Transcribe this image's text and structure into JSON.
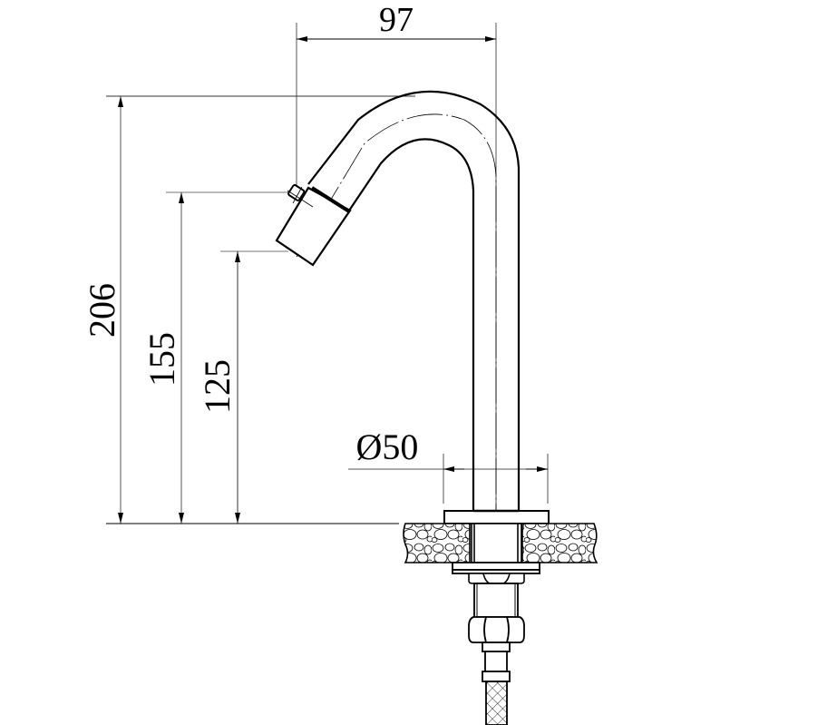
{
  "drawing": {
    "subject": "Deck-mounted gooseneck spout with sensor nozzle",
    "units": "mm",
    "line_color": "#000000",
    "background": "#ffffff"
  },
  "dimensions": {
    "spout_reach": {
      "label": "97",
      "orientation": "horizontal"
    },
    "total_height": {
      "label": "206",
      "orientation": "vertical"
    },
    "nozzle_sensor_height": {
      "label": "155",
      "orientation": "vertical"
    },
    "outlet_height": {
      "label": "125",
      "orientation": "vertical"
    },
    "base_diameter": {
      "label": "Ø50",
      "orientation": "horizontal"
    }
  },
  "components": [
    {
      "name": "Gooseneck spout tube"
    },
    {
      "name": "Angled outlet nozzle with sensor pin"
    },
    {
      "name": "Base flange"
    },
    {
      "name": "Countertop (stone section)"
    },
    {
      "name": "Threaded shank"
    },
    {
      "name": "Washer plate"
    },
    {
      "name": "Lock nut"
    },
    {
      "name": "Hex connector nut"
    },
    {
      "name": "Braided flexible hose"
    }
  ]
}
